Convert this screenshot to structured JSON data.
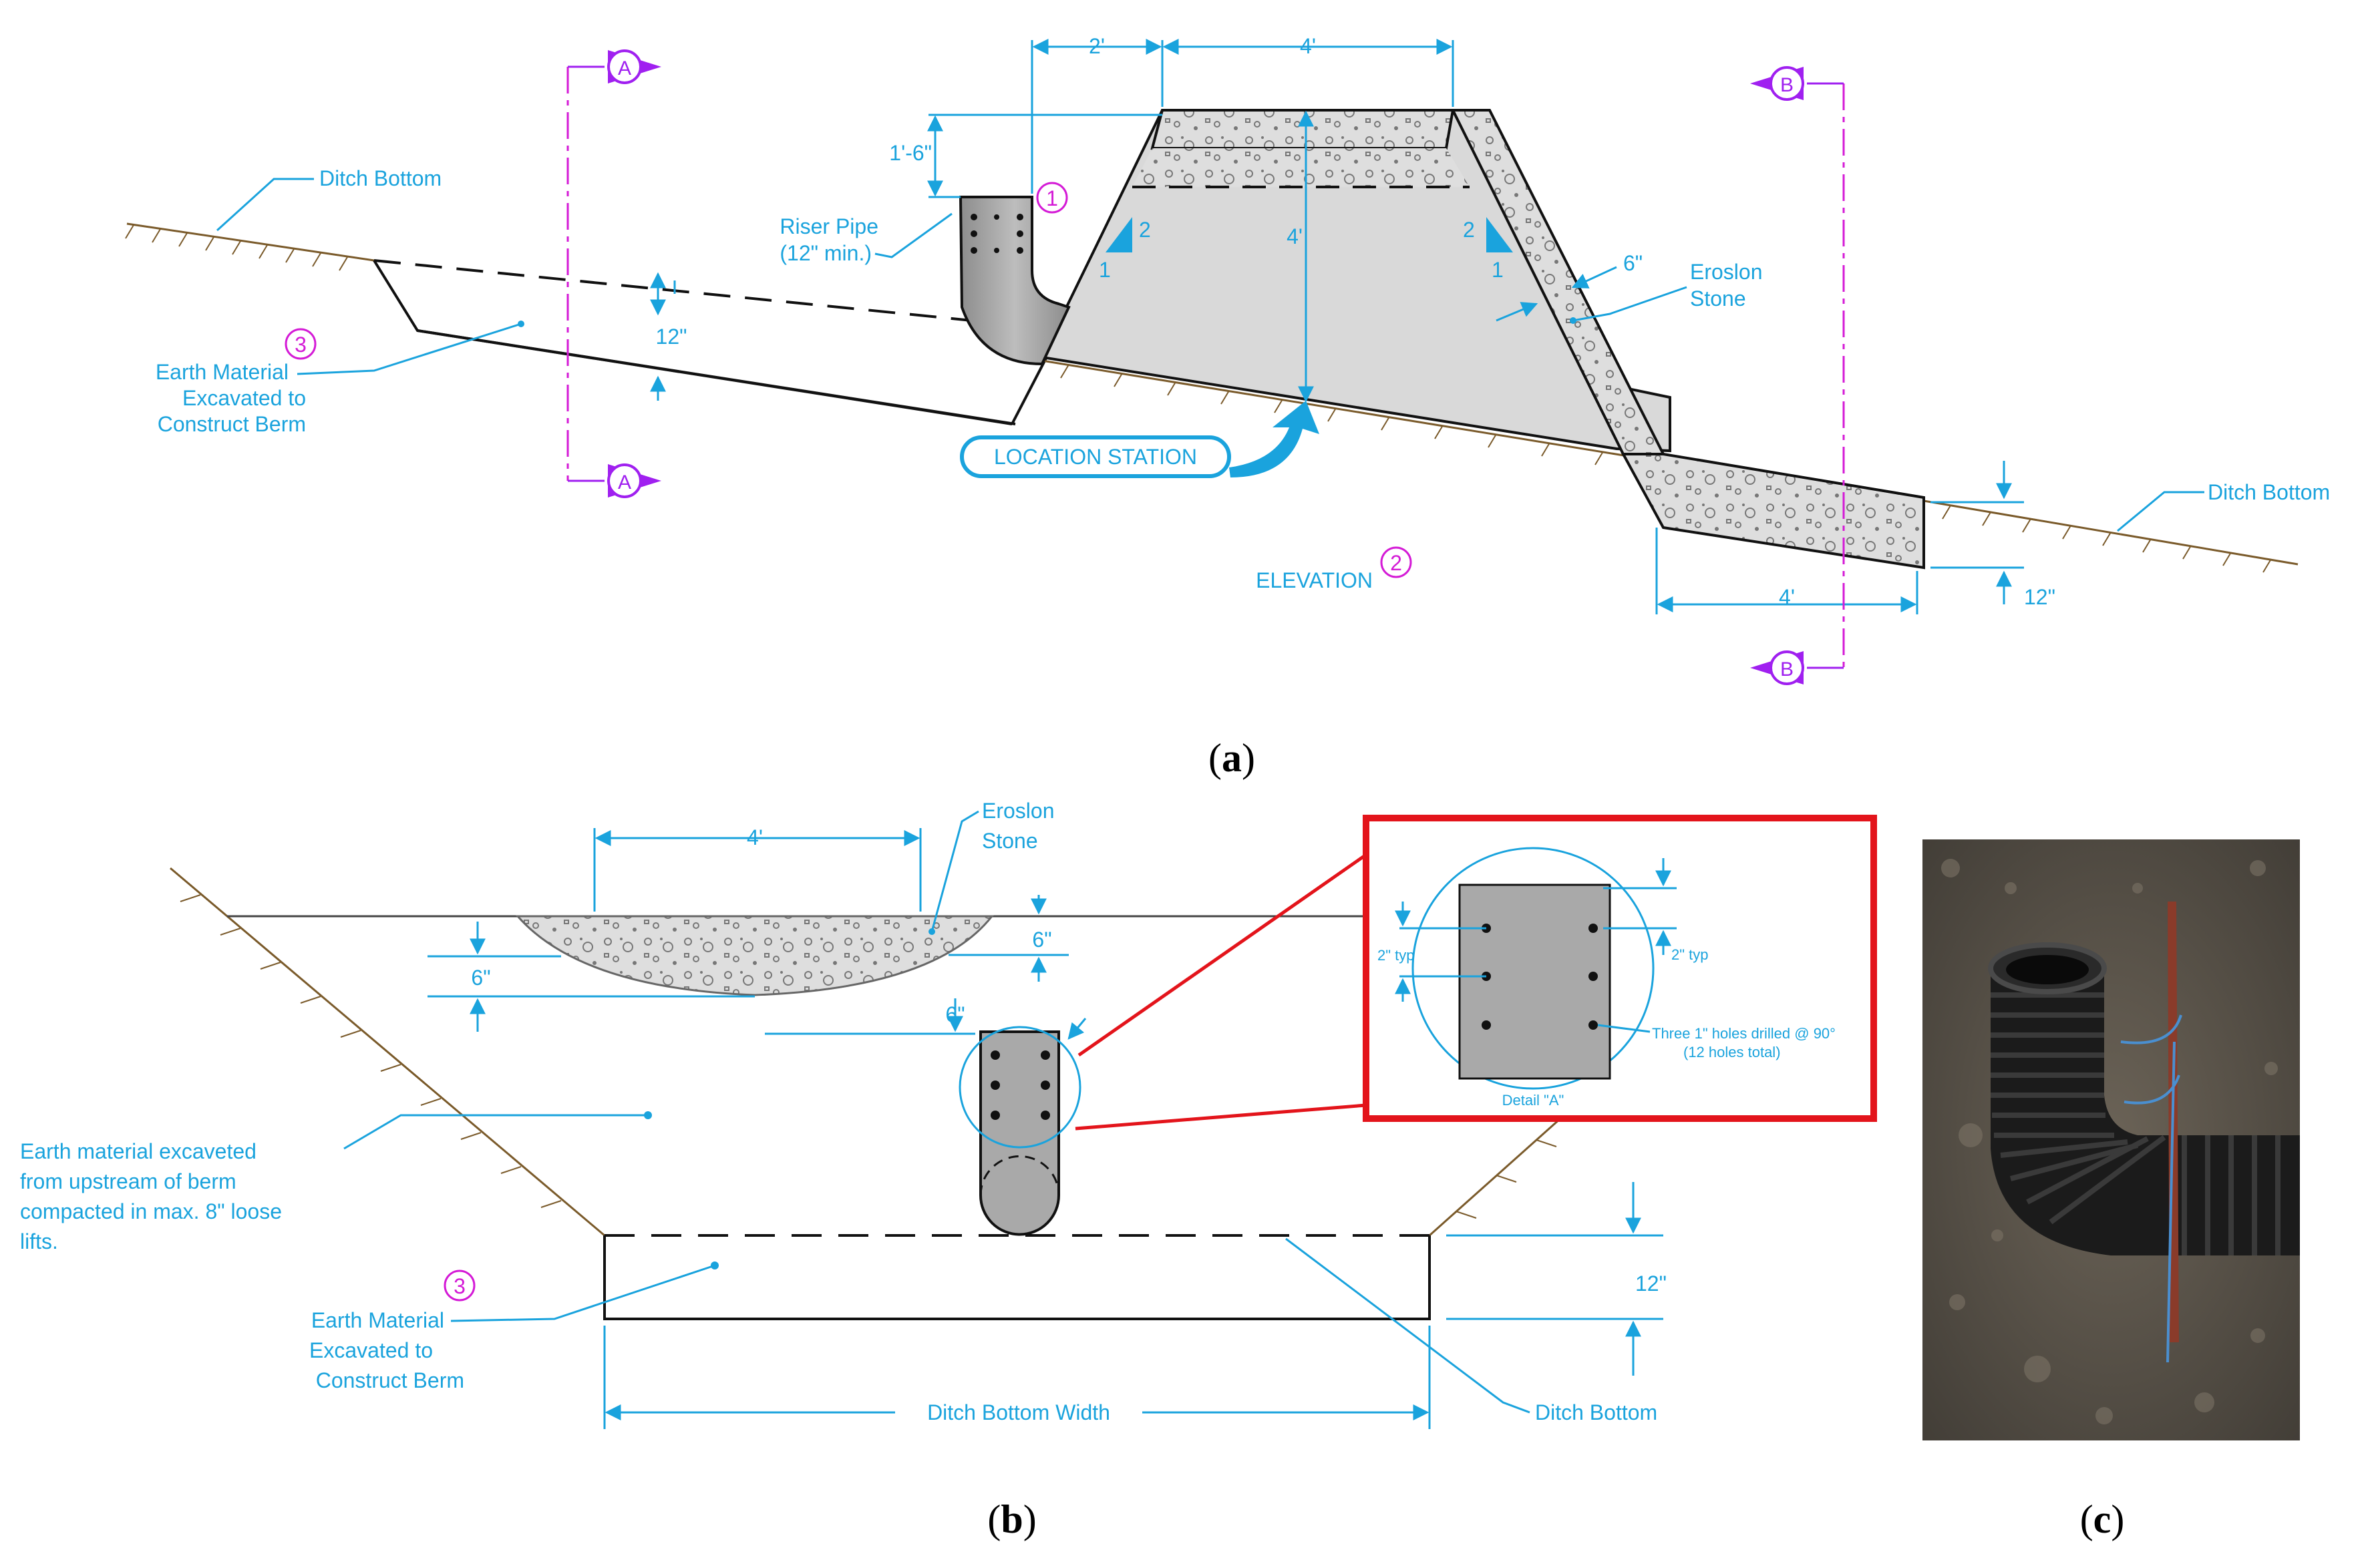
{
  "panel_a": {
    "labels": {
      "ditch_bottom_left": "Ditch Bottom",
      "ditch_bottom_right": "Ditch Bottom",
      "riser_pipe_1": "Riser Pipe",
      "riser_pipe_2": "(12\" min.)",
      "erosion_stone_1": "Eroslon",
      "erosion_stone_2": "Stone",
      "earth_1": "Earth Material",
      "earth_2": "Excavated to",
      "earth_3": "Construct Berm",
      "location_station": "LOCATION STATION",
      "elevation": "ELEVATION"
    },
    "dims": {
      "top_2ft": "2'",
      "top_4ft": "4'",
      "riser_height": "1'-6\"",
      "berm_height": "4'",
      "excavation_12in": "12\"",
      "stone_6in": "6\"",
      "apron_4ft": "4'",
      "apron_12in": "12\""
    },
    "slopes": {
      "rise": "2",
      "run": "1"
    },
    "callouts": {
      "one": "1",
      "two": "2",
      "three": "3"
    },
    "sections": {
      "a": "A",
      "b": "B"
    }
  },
  "panel_b": {
    "labels": {
      "erosion_stone_1": "Eroslon",
      "erosion_stone_2": "Stone",
      "earth_up_1": "Earth material excaveted",
      "earth_up_2": "from upstream of berm",
      "earth_up_3": "compacted in max. 8\" loose",
      "earth_up_4": "lifts.",
      "earth_1": "Earth Material",
      "earth_2": "Excavated to",
      "earth_3": "Construct Berm",
      "ditch_bottom_width": "Ditch Bottom Width",
      "ditch_bottom": "Ditch Bottom"
    },
    "dims": {
      "width_4ft": "4'",
      "stone_6in_right": "6\"",
      "stone_6in_left": "6\"",
      "pipe_6in": "6\"",
      "excavation_12in": "12\""
    },
    "callout_three": "3",
    "detail": {
      "spacing_left": "2\" typ",
      "spacing_right": "2\" typ",
      "holes_1": "Three 1\" holes drilled @ 90°",
      "holes_2": "(12 holes total)",
      "title": "Detail \"A\""
    }
  },
  "captions": {
    "a": {
      "open": "(",
      "letter": "a",
      "close": ")"
    },
    "b": {
      "open": "(",
      "letter": "b",
      "close": ")"
    },
    "c": {
      "open": "(",
      "letter": "c",
      "close": ")"
    }
  },
  "colors": {
    "dimension_blue": "#1aa3dd",
    "callout_magenta": "#d41ad6",
    "section_purple": "#a020f0",
    "detail_frame_red": "#e3141b",
    "pipe_gray": "#a9a9a9",
    "stone_fill": "#dcdcdc"
  },
  "icons": {
    "section_marker": "section-arrow-icon",
    "slope_marker": "slope-triangle-icon",
    "station_arrow": "curved-arrow-icon"
  }
}
